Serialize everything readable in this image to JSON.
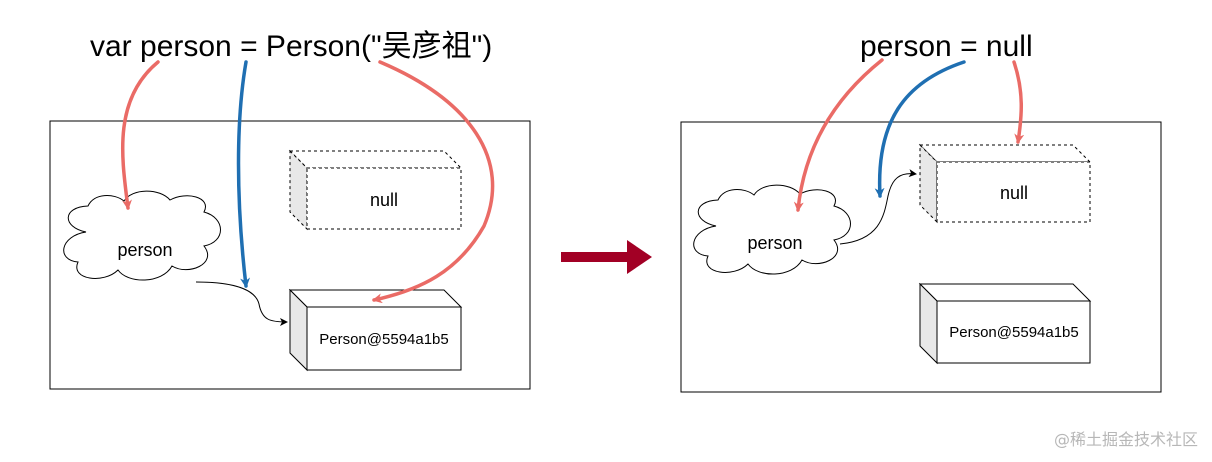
{
  "left_panel": {
    "statement": "var person = Person(\"吴彦祖\")",
    "variable_label": "person",
    "null_label": "null",
    "object_label": "Person@5594a1b5"
  },
  "right_panel": {
    "statement": "person = null",
    "variable_label": "person",
    "null_label": "null",
    "object_label": "Person@5594a1b5"
  },
  "colors": {
    "pink_arrow": "#ea6b66",
    "blue_arrow": "#1f6fb2",
    "transition_arrow": "#a20025",
    "box_side": "#e8e8e8",
    "box_stroke": "#000000"
  },
  "icons": {
    "transition": "right-arrow-icon"
  },
  "watermark": "@稀土掘金技术社区"
}
